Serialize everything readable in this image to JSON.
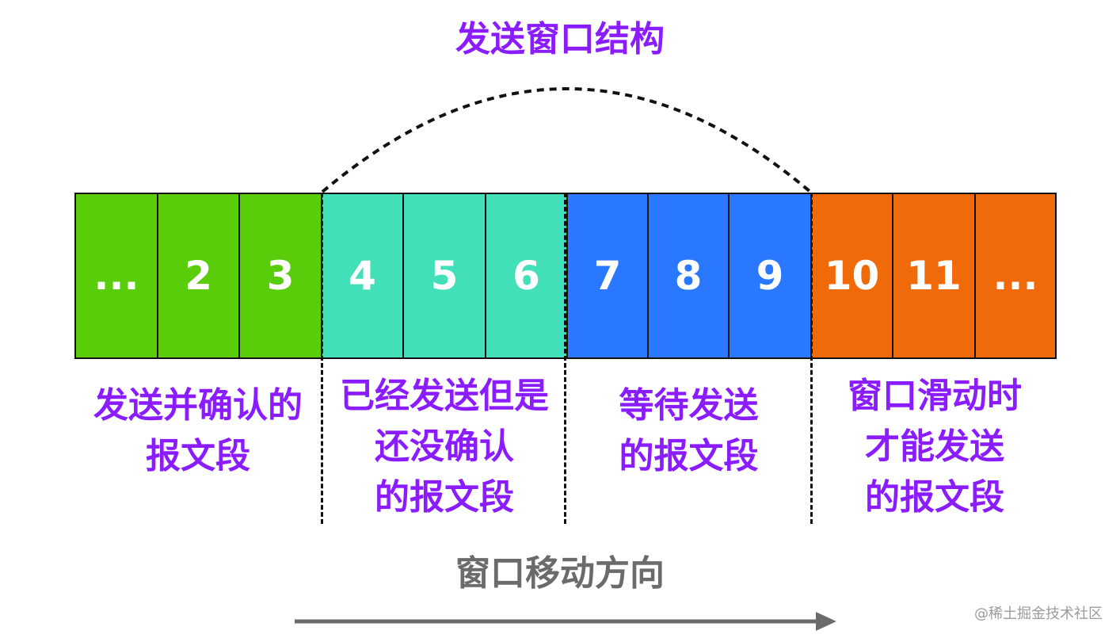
{
  "title": "发送窗口结构",
  "cells": [
    "...",
    "2",
    "3",
    "4",
    "5",
    "6",
    "7",
    "8",
    "9",
    "10",
    "11",
    "..."
  ],
  "captions": {
    "acked": "发送并确认的\n报文段",
    "sent_unacked": "已经发送但是\n还没确认\n的报文段",
    "waiting": "等待发送\n的报文段",
    "future": "窗口滑动时\n才能发送\n的报文段"
  },
  "direction_label": "窗口移动方向",
  "watermark": "@稀土掘金技术社区",
  "colors": {
    "acked": "#5acd0a",
    "sent_unacked": "#42e0b8",
    "waiting": "#2a78ff",
    "future": "#f06a0a",
    "label_purple": "#8a1cff",
    "arrow_gray": "#6b6b6b"
  }
}
